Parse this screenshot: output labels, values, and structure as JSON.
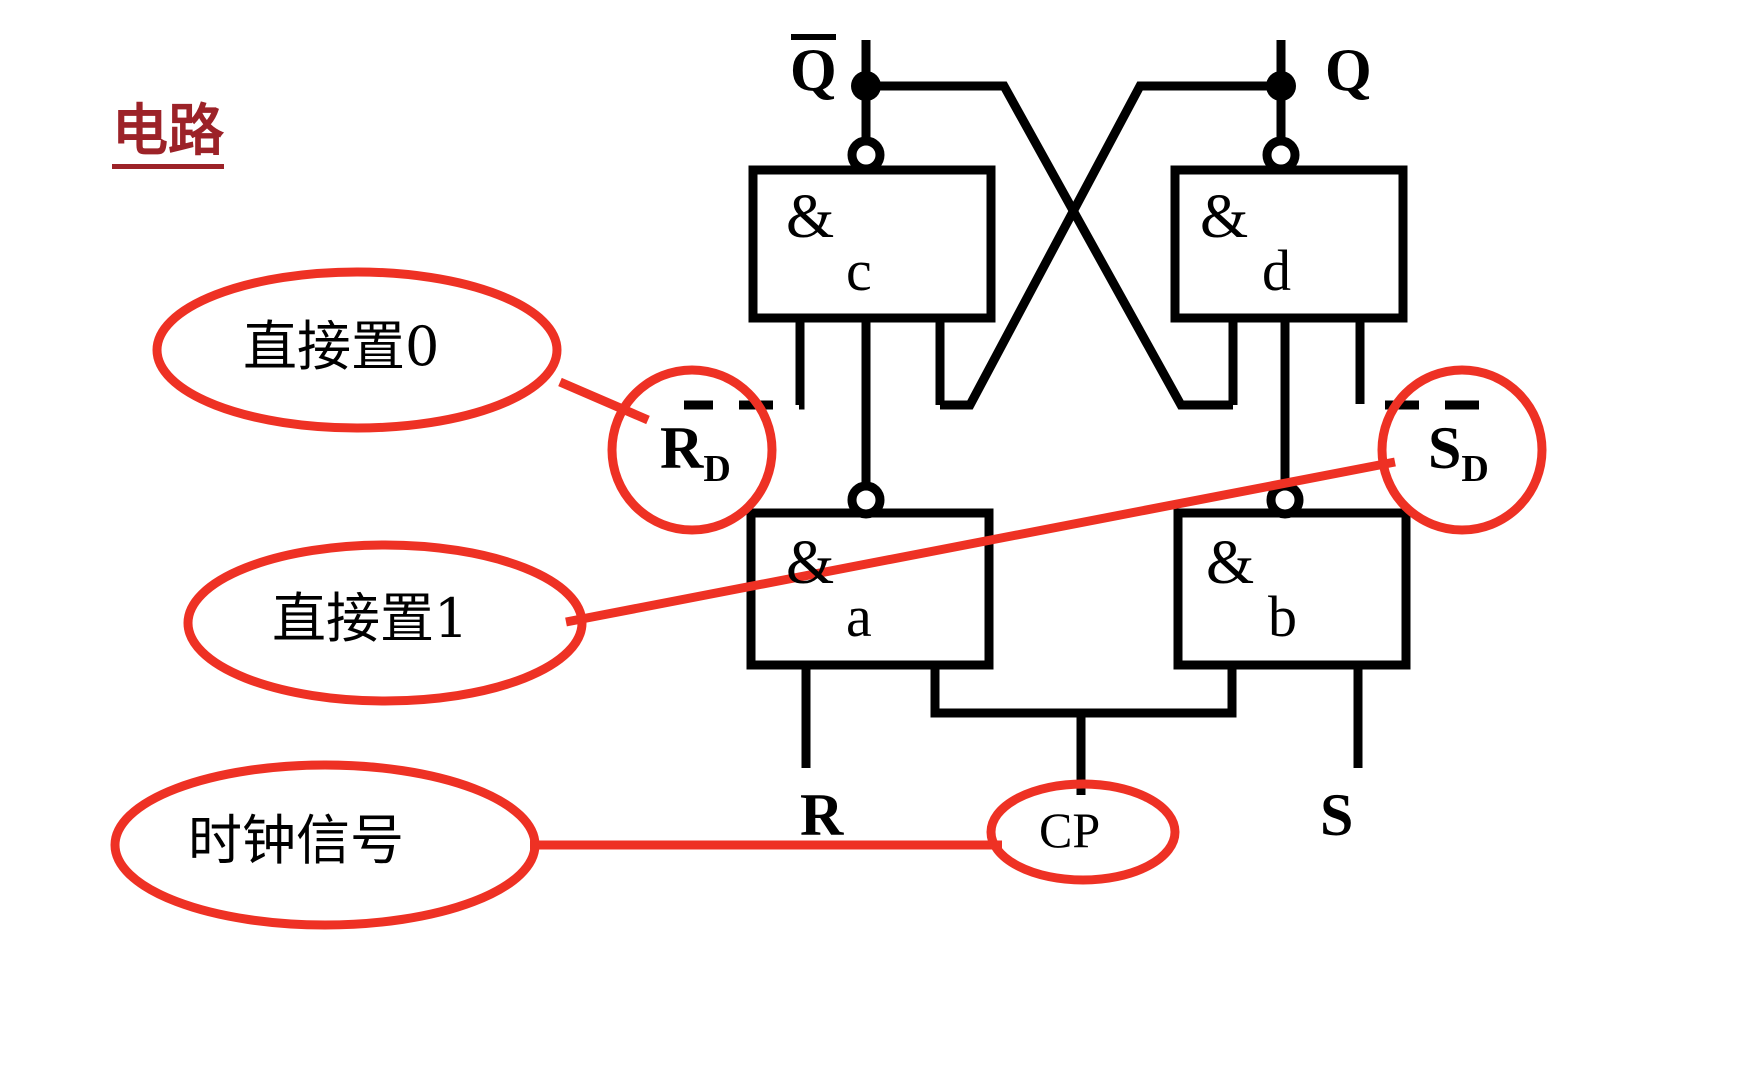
{
  "page": {
    "title": "电路",
    "background_color": "#ffffff",
    "wire_color": "#000000",
    "annotation_color": "#ee3124",
    "title_color": "#9c2228"
  },
  "annotations": {
    "set0": {
      "label": "直接置0",
      "target": "R_D"
    },
    "set1": {
      "label": "直接置1",
      "target": "S_D"
    },
    "clock": {
      "label": "时钟信号",
      "target": "CP"
    }
  },
  "nodes": {
    "rd": {
      "label_main": "R",
      "label_sub": "D"
    },
    "sd": {
      "label_main": "S",
      "label_sub": "D"
    },
    "cp": {
      "label": "CP"
    }
  },
  "gates": [
    {
      "id": "c",
      "symbol": "&",
      "name": "c"
    },
    {
      "id": "d",
      "symbol": "&",
      "name": "d"
    },
    {
      "id": "a",
      "symbol": "&",
      "name": "a"
    },
    {
      "id": "b",
      "symbol": "&",
      "name": "b"
    }
  ],
  "outputs": {
    "qbar": "Q",
    "q": "Q"
  },
  "inputs": {
    "r": "R",
    "s": "S"
  }
}
